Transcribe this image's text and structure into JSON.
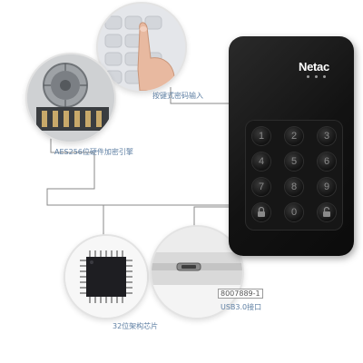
{
  "device": {
    "brand": "Netac",
    "keys": [
      "1",
      "2",
      "3",
      "4",
      "5",
      "6",
      "7",
      "8",
      "9",
      "",
      "0",
      ""
    ]
  },
  "callouts": {
    "keypad_input": "按键式密码输入",
    "aes_engine": "AES256位硬件加密引擎",
    "chip_32bit": "32位架构芯片",
    "usb_port": "USB3.0接口"
  },
  "serial_tag": "8007889-1"
}
